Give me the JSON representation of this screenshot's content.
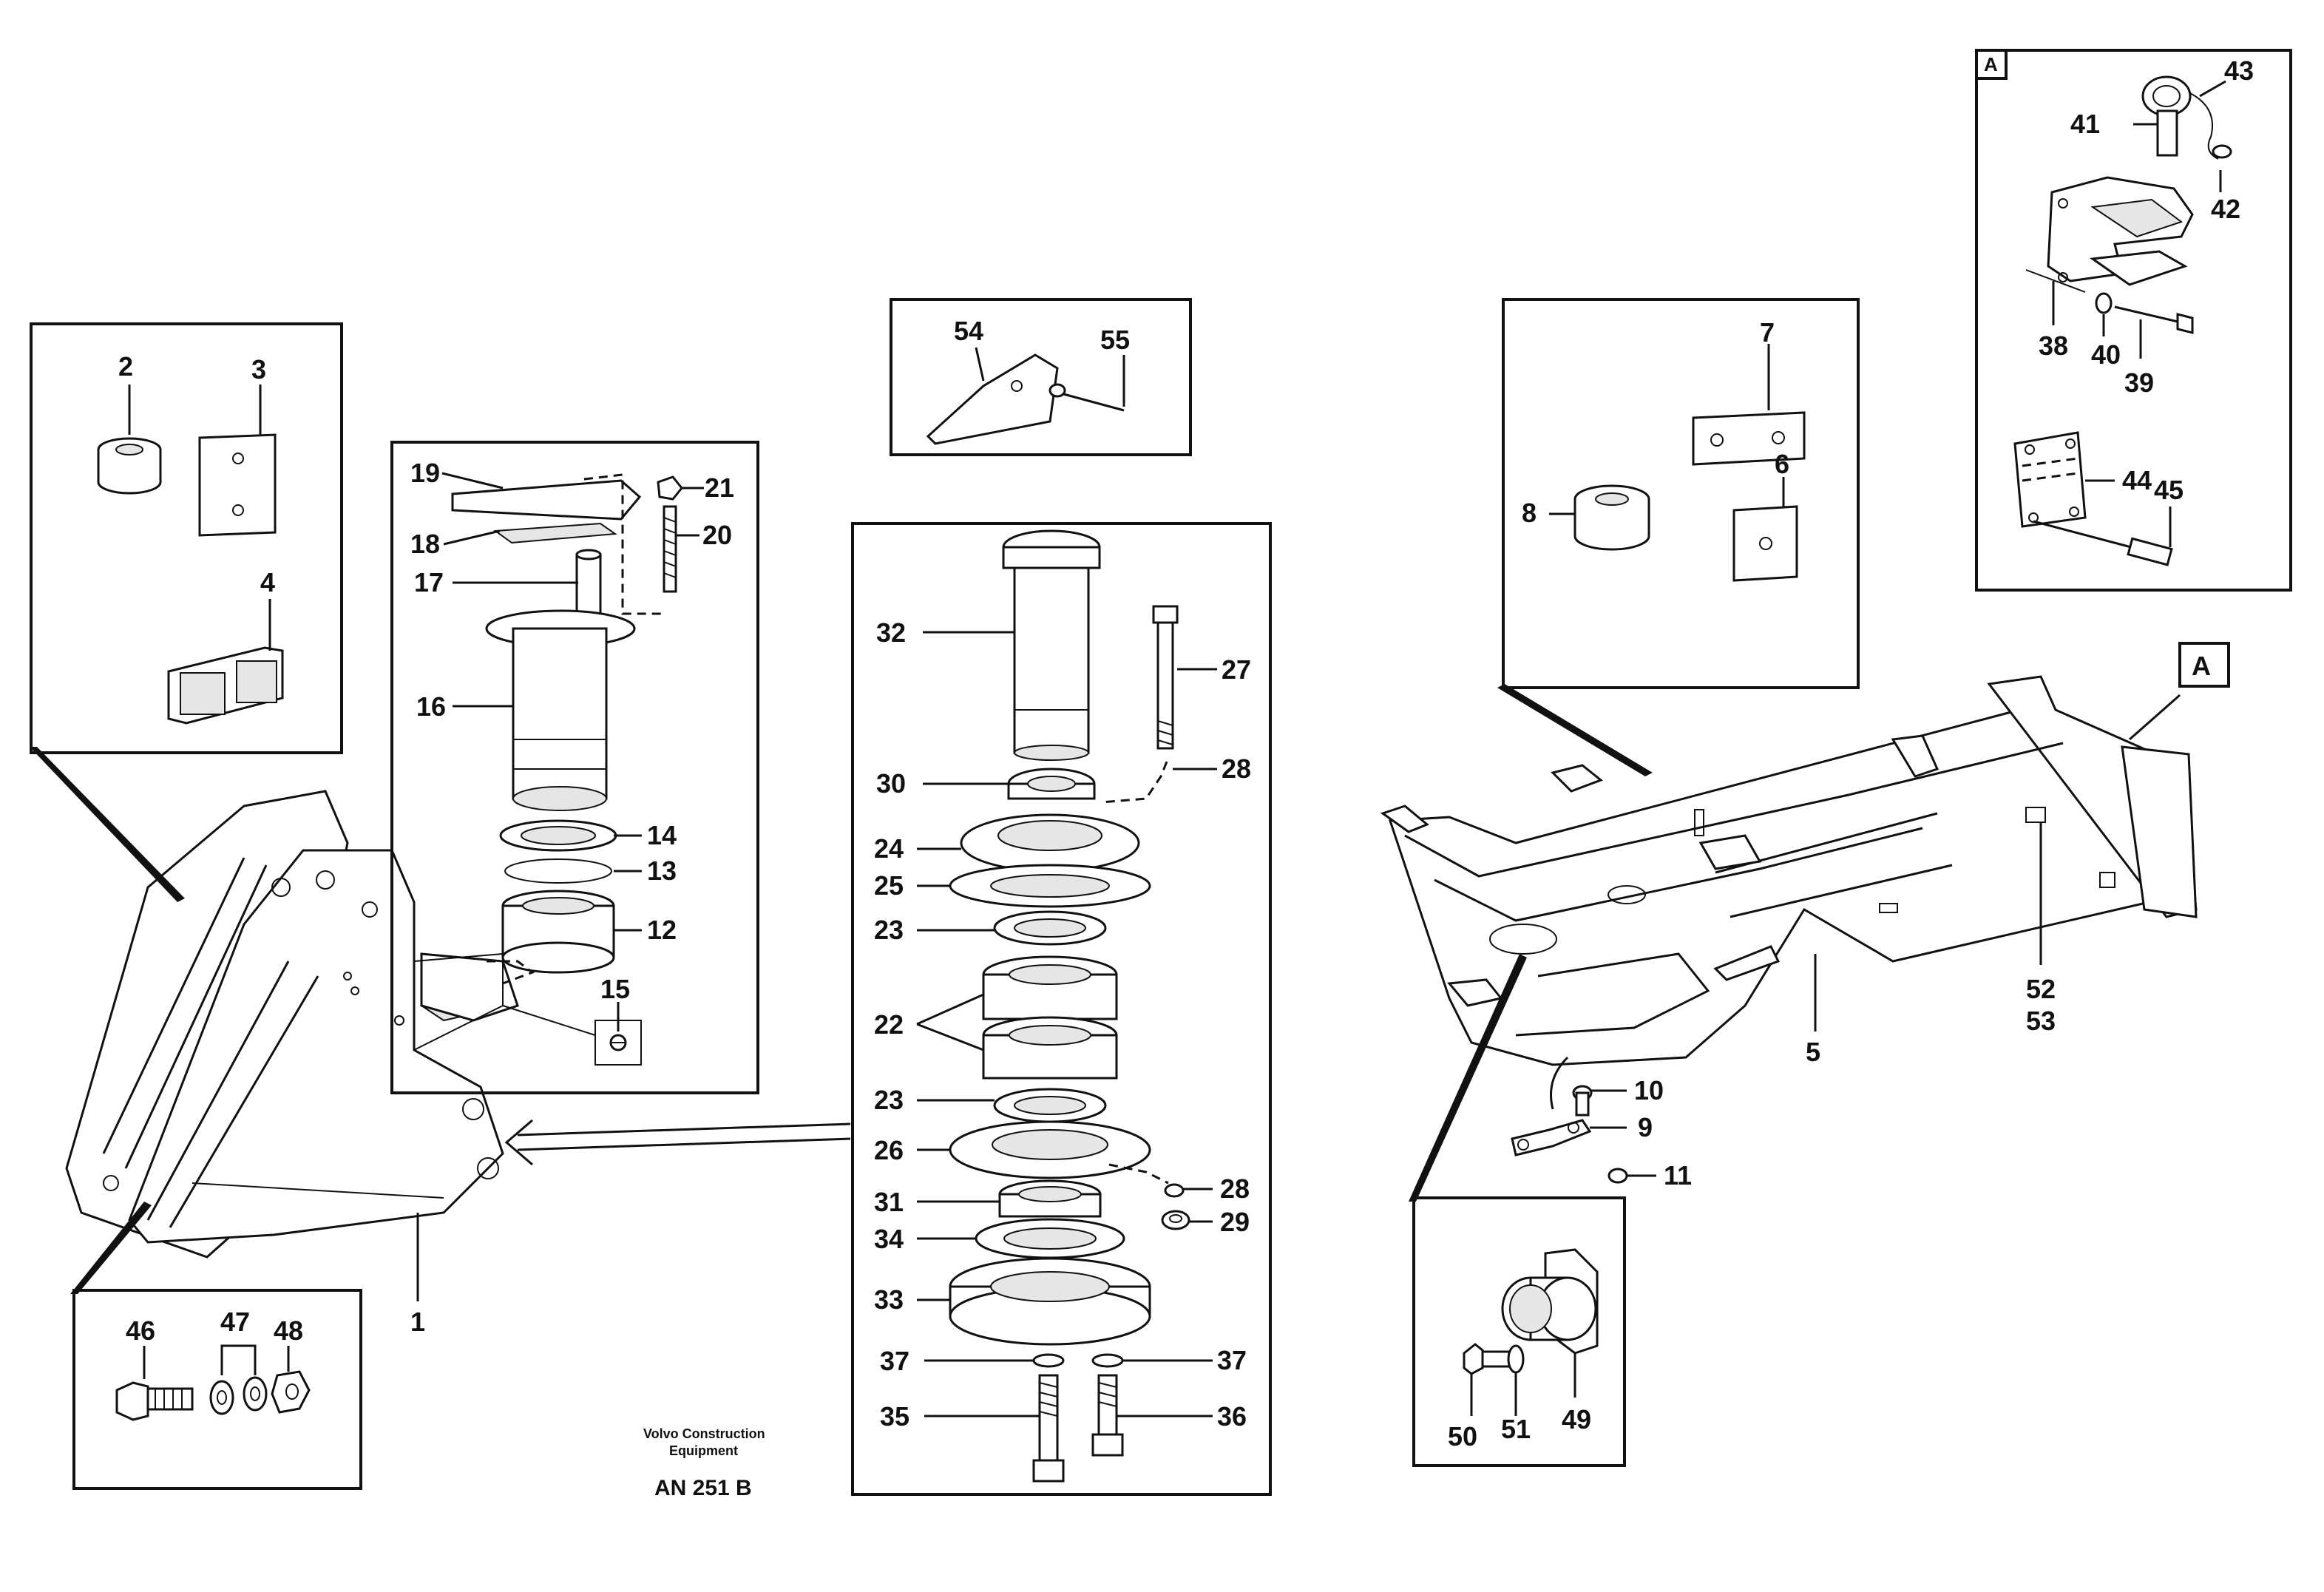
{
  "footer": {
    "maker_line1": "Volvo Construction",
    "maker_line2": "Equipment",
    "code": "AN 251 B"
  },
  "detail_marker": "A",
  "callouts": {
    "c1": "1",
    "c2": "2",
    "c3": "3",
    "c4": "4",
    "c5": "5",
    "c6": "6",
    "c7": "7",
    "c8": "8",
    "c9": "9",
    "c10": "10",
    "c11": "11",
    "c12": "12",
    "c13": "13",
    "c14": "14",
    "c15": "15",
    "c16": "16",
    "c17": "17",
    "c18": "18",
    "c19": "19",
    "c20": "20",
    "c21": "21",
    "c22": "22",
    "c23a": "23",
    "c23b": "23",
    "c24": "24",
    "c25": "25",
    "c26": "26",
    "c27": "27",
    "c28a": "28",
    "c28b": "28",
    "c29": "29",
    "c30": "30",
    "c31": "31",
    "c32": "32",
    "c33": "33",
    "c34": "34",
    "c35": "35",
    "c36": "36",
    "c37a": "37",
    "c37b": "37",
    "c38": "38",
    "c39": "39",
    "c40": "40",
    "c41": "41",
    "c42": "42",
    "c43": "43",
    "c44": "44",
    "c45": "45",
    "c46": "46",
    "c47": "47",
    "c48": "48",
    "c49": "49",
    "c50": "50",
    "c51": "51",
    "c52": "52",
    "c53": "53",
    "c54": "54",
    "c55": "55"
  }
}
